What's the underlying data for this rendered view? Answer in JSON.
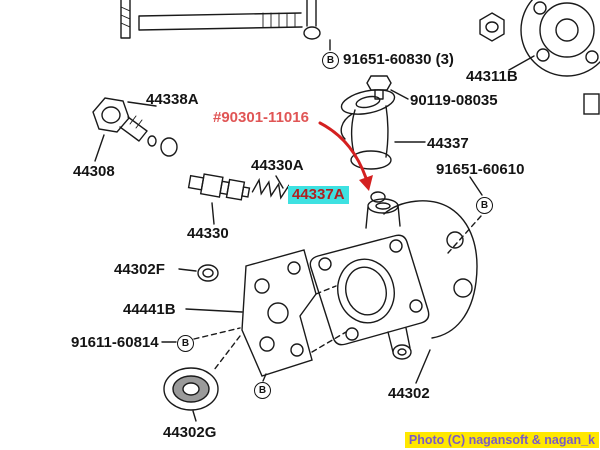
{
  "title": "Power steering pump exploded parts diagram",
  "colors": {
    "line": "#1a1a1a",
    "highlight": "#3ee1e1",
    "highlight_text": "#b02020",
    "red_label": "#e05555",
    "arrow": "#d42020",
    "watermark_bg": "#ffe800",
    "watermark_text": "#7a5bc7"
  },
  "labels": {
    "l91651_60830": "91651-60830 (3)",
    "l44311B": "44311B",
    "l44338A": "44338A",
    "l90119_08035": "90119-08035",
    "l90301_11016": "#90301-11016",
    "l44337": "44337",
    "l91651_60610": "91651-60610",
    "l44308": "44308",
    "l44330A": "44330A",
    "l44337A": "44337A",
    "l44330": "44330",
    "l44302F": "44302F",
    "l44441B": "44441B",
    "l91611_60814": "91611-60814",
    "l44302G": "44302G",
    "l44302": "44302",
    "bolt_marker": "B"
  },
  "watermark": "Photo (C) nagansoft & nagan_k"
}
